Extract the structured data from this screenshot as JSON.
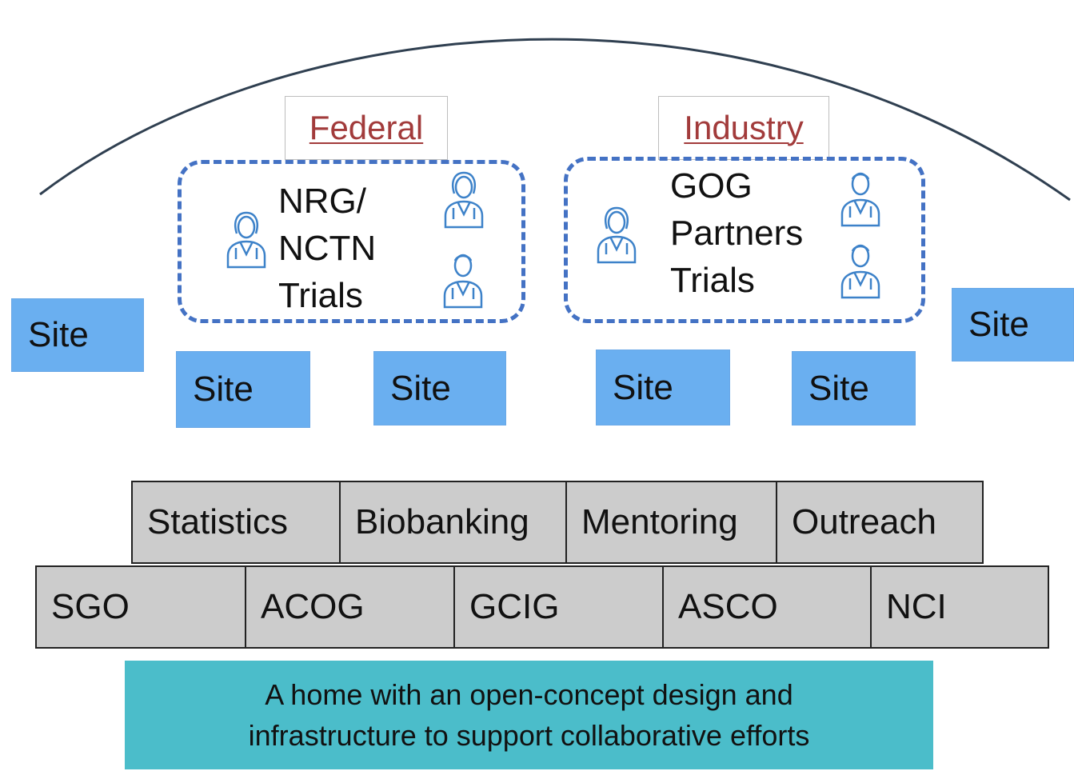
{
  "colors": {
    "site_fill": "#6aaff0",
    "dashed_border": "#4472c4",
    "label_red": "#a23b3b",
    "cell_fill": "#cccccc",
    "banner_fill": "#4bbdca",
    "icon_blue": "#3d82c9",
    "arc": "#2f3f50"
  },
  "labels": {
    "federal": "Federal",
    "industry": "Industry"
  },
  "groups": {
    "federal_text": "NRG/\nNCTN\nTrials",
    "industry_text": "GOG\nPartners\nTrials"
  },
  "sites": [
    "Site",
    "Site",
    "Site",
    "Site",
    "Site",
    "Site"
  ],
  "services": [
    "Statistics",
    "Biobanking",
    "Mentoring",
    "Outreach"
  ],
  "organizations": [
    "SGO",
    "ACOG",
    "GCIG",
    "ASCO",
    "NCI"
  ],
  "banner": {
    "text": "A home with an open-concept design and\ninfrastructure to support collaborative efforts"
  },
  "icons": [
    "female-doctor-icon",
    "male-doctor-icon"
  ]
}
